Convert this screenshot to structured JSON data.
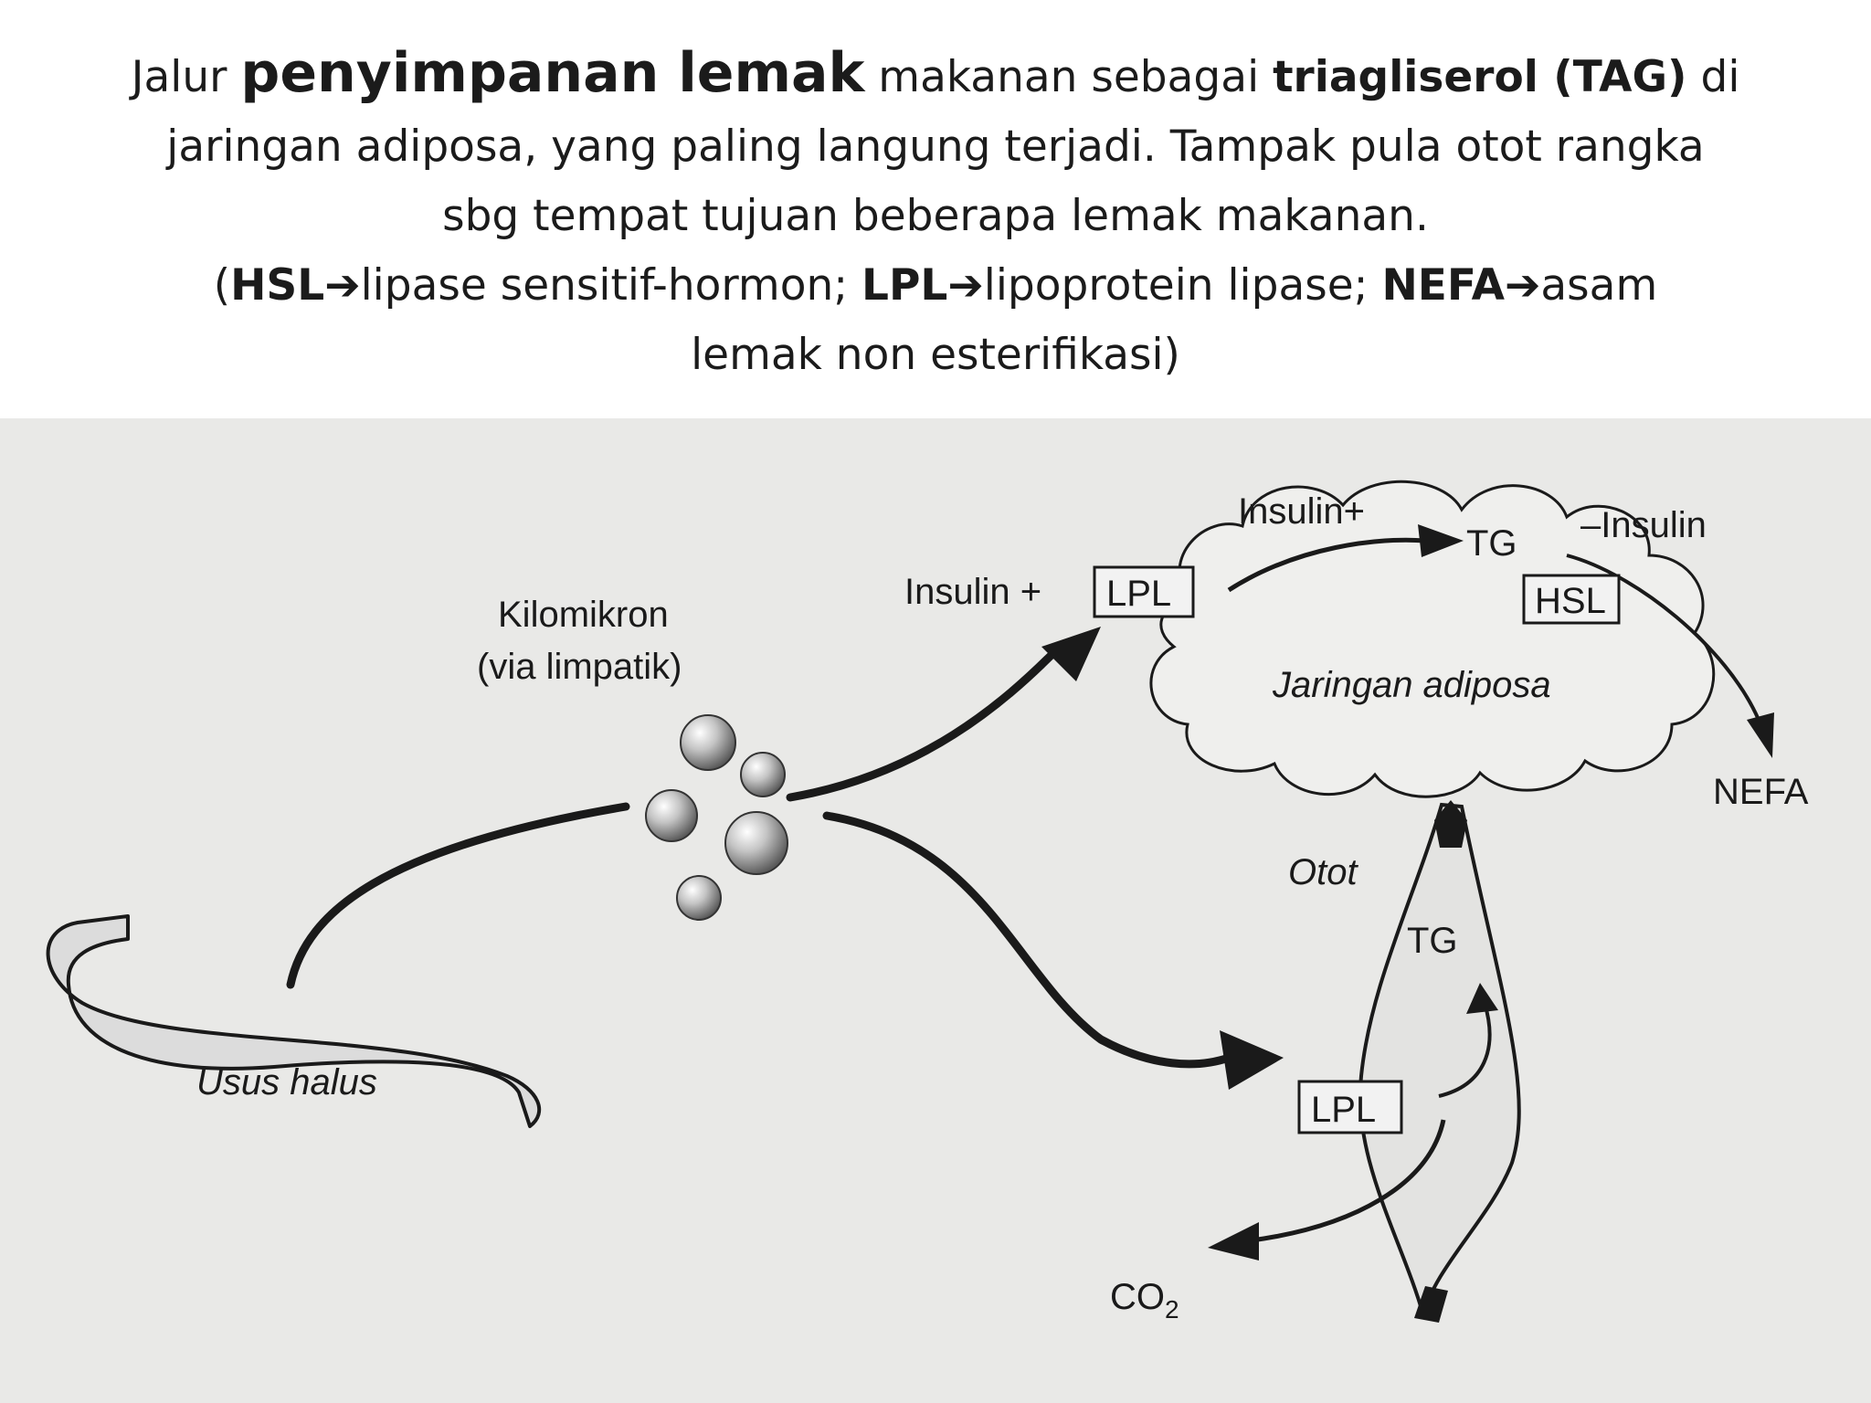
{
  "title": {
    "l1_a": "Jalur ",
    "l1_b": "penyimpanan lemak",
    "l1_c": " makanan sebagai ",
    "l1_d": "triagliserol (TAG)",
    "l1_e": " di",
    "l2": "jaringan adiposa, yang paling langung terjadi. Tampak pula otot rangka",
    "l3": "sbg tempat tujuan beberapa lemak makanan.",
    "l4_a": "(",
    "l4_b": "HSL",
    "l4_c": "lipase sensitif-hormon; ",
    "l4_d": "LPL",
    "l4_e": "lipoprotein lipase; ",
    "l4_f": "NEFA",
    "l4_g": "asam",
    "l5": "lemak non esterifikasi)"
  },
  "icons": {
    "arrow": "➔"
  },
  "diagram": {
    "insulin_plus_lpl": "Insulin +",
    "lpl": "LPL",
    "insulin_plus": "Insulin+",
    "tg": "TG",
    "minus_insulin": "–Insulin",
    "hsl": "HSL",
    "jaringan_adiposa": "Jaringan adiposa",
    "nefa": "NEFA",
    "kilomikron": "Kilomikron",
    "via_limpatik": "(via limpatik)",
    "otot": "Otot",
    "tg_muscle": "TG",
    "lpl_muscle": "LPL",
    "co2": "CO",
    "co2_sub": "2",
    "usus_halus": "Usus halus"
  }
}
